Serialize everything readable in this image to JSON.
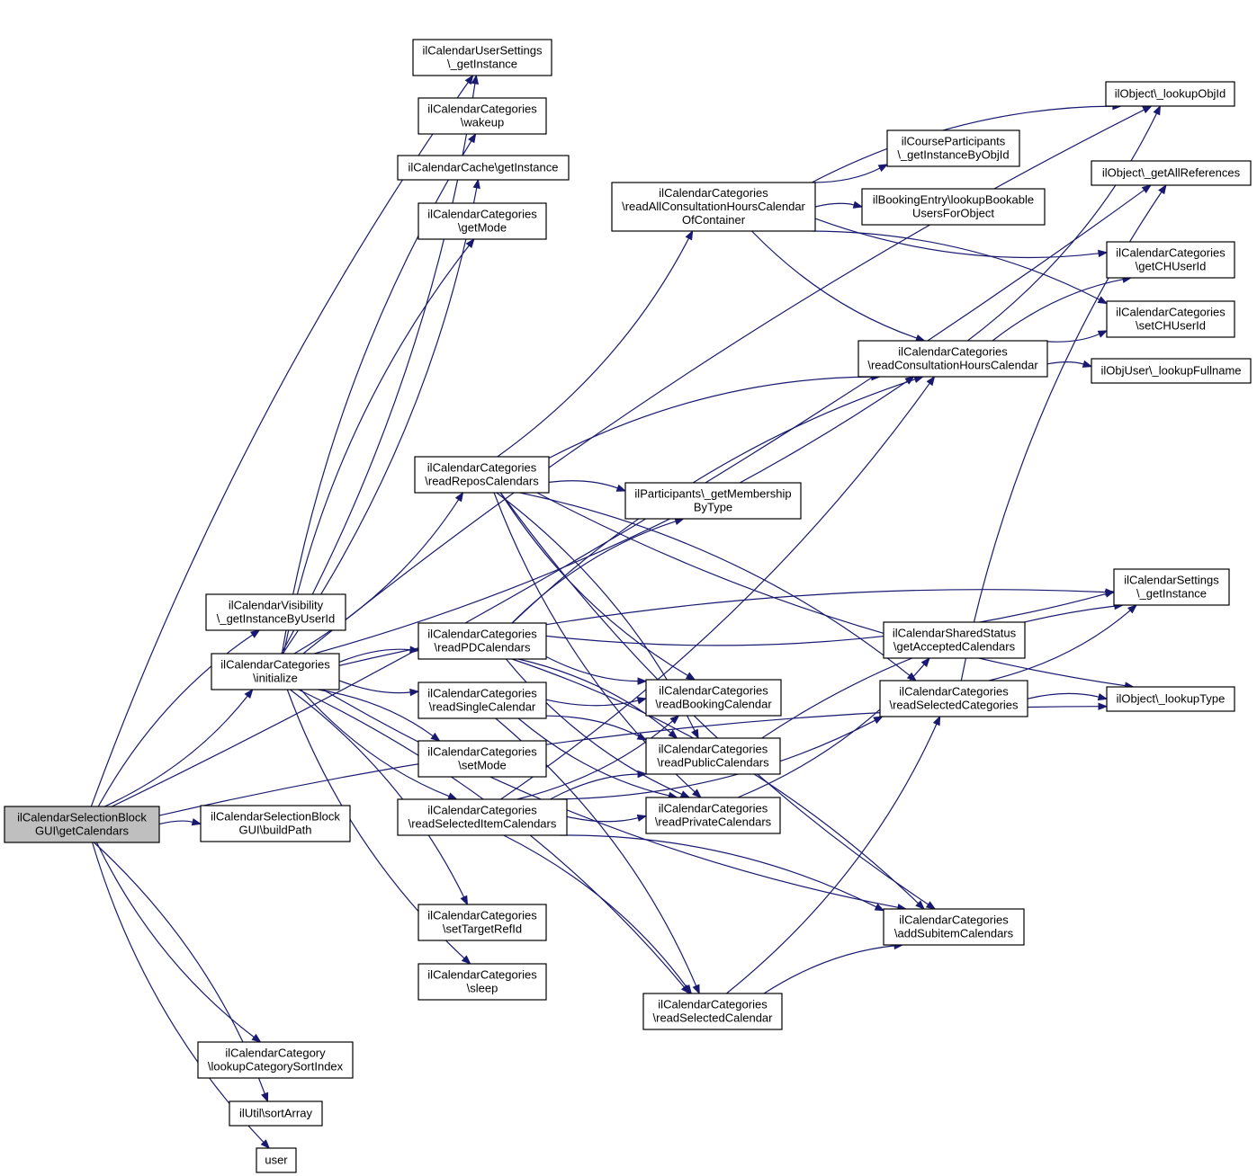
{
  "diagram": {
    "root": "getCalendars",
    "nodes": [
      {
        "id": "getCalendars",
        "lines": [
          "ilCalendarSelectionBlock",
          "GUI\\getCalendars"
        ]
      },
      {
        "id": "userSettings",
        "lines": [
          "ilCalendarUserSettings",
          "\\_getInstance"
        ]
      },
      {
        "id": "wakeup",
        "lines": [
          "ilCalendarCategories",
          "\\wakeup"
        ]
      },
      {
        "id": "cacheGet",
        "lines": [
          "ilCalendarCache\\getInstance"
        ]
      },
      {
        "id": "getMode",
        "lines": [
          "ilCalendarCategories",
          "\\getMode"
        ]
      },
      {
        "id": "visibility",
        "lines": [
          "ilCalendarVisibility",
          "\\_getInstanceByUserId"
        ]
      },
      {
        "id": "initialize",
        "lines": [
          "ilCalendarCategories",
          "\\initialize"
        ]
      },
      {
        "id": "buildPath",
        "lines": [
          "ilCalendarSelectionBlock",
          "GUI\\buildPath"
        ]
      },
      {
        "id": "readRepos",
        "lines": [
          "ilCalendarCategories",
          "\\readReposCalendars"
        ]
      },
      {
        "id": "readPD",
        "lines": [
          "ilCalendarCategories",
          "\\readPDCalendars"
        ]
      },
      {
        "id": "readSingle",
        "lines": [
          "ilCalendarCategories",
          "\\readSingleCalendar"
        ]
      },
      {
        "id": "setMode",
        "lines": [
          "ilCalendarCategories",
          "\\setMode"
        ]
      },
      {
        "id": "readSelItem",
        "lines": [
          "ilCalendarCategories",
          "\\readSelectedItemCalendars"
        ]
      },
      {
        "id": "setTargetRefId",
        "lines": [
          "ilCalendarCategories",
          "\\setTargetRefId"
        ]
      },
      {
        "id": "sleep",
        "lines": [
          "ilCalendarCategories",
          "\\sleep"
        ]
      },
      {
        "id": "catSortIndex",
        "lines": [
          "ilCalendarCategory",
          "\\lookupCategorySortIndex"
        ]
      },
      {
        "id": "sortArray",
        "lines": [
          "ilUtil\\sortArray"
        ]
      },
      {
        "id": "user",
        "lines": [
          "user"
        ]
      },
      {
        "id": "readAllCH",
        "lines": [
          "ilCalendarCategories",
          "\\readAllConsultationHoursCalendar",
          "OfContainer"
        ]
      },
      {
        "id": "membership",
        "lines": [
          "ilParticipants\\_getMembership",
          "ByType"
        ]
      },
      {
        "id": "readBooking",
        "lines": [
          "ilCalendarCategories",
          "\\readBookingCalendar"
        ]
      },
      {
        "id": "readPublic",
        "lines": [
          "ilCalendarCategories",
          "\\readPublicCalendars"
        ]
      },
      {
        "id": "readPrivate",
        "lines": [
          "ilCalendarCategories",
          "\\readPrivateCalendars"
        ]
      },
      {
        "id": "readSelCal",
        "lines": [
          "ilCalendarCategories",
          "\\readSelectedCalendar"
        ]
      },
      {
        "id": "courseParts",
        "lines": [
          "ilCourseParticipants",
          "\\_getInstanceByObjId"
        ]
      },
      {
        "id": "bookingEntry",
        "lines": [
          "ilBookingEntry\\lookupBookable",
          "UsersForObject"
        ]
      },
      {
        "id": "readCH",
        "lines": [
          "ilCalendarCategories",
          "\\readConsultationHoursCalendar"
        ]
      },
      {
        "id": "sharedStatus",
        "lines": [
          "ilCalendarSharedStatus",
          "\\getAcceptedCalendars"
        ]
      },
      {
        "id": "readSelCats",
        "lines": [
          "ilCalendarCategories",
          "\\readSelectedCategories"
        ]
      },
      {
        "id": "addSubitem",
        "lines": [
          "ilCalendarCategories",
          "\\addSubitemCalendars"
        ]
      },
      {
        "id": "lookupObjId",
        "lines": [
          "ilObject\\_lookupObjId"
        ]
      },
      {
        "id": "getAllRefs",
        "lines": [
          "ilObject\\_getAllReferences"
        ]
      },
      {
        "id": "getCHUserId",
        "lines": [
          "ilCalendarCategories",
          "\\getCHUserId"
        ]
      },
      {
        "id": "setCHUserId",
        "lines": [
          "ilCalendarCategories",
          "\\setCHUserId"
        ]
      },
      {
        "id": "lookupFullname",
        "lines": [
          "ilObjUser\\_lookupFullname"
        ]
      },
      {
        "id": "calSettings",
        "lines": [
          "ilCalendarSettings",
          "\\_getInstance"
        ]
      },
      {
        "id": "lookupType",
        "lines": [
          "ilObject\\_lookupType"
        ]
      }
    ],
    "edges": [
      [
        "getCalendars",
        "userSettings"
      ],
      [
        "getCalendars",
        "getAllRefs"
      ],
      [
        "getCalendars",
        "visibility"
      ],
      [
        "getCalendars",
        "initialize"
      ],
      [
        "getCalendars",
        "buildPath"
      ],
      [
        "getCalendars",
        "catSortIndex"
      ],
      [
        "getCalendars",
        "sortArray"
      ],
      [
        "getCalendars",
        "user"
      ],
      [
        "getCalendars",
        "lookupType"
      ],
      [
        "initialize",
        "userSettings"
      ],
      [
        "initialize",
        "wakeup"
      ],
      [
        "initialize",
        "cacheGet"
      ],
      [
        "initialize",
        "getMode"
      ],
      [
        "initialize",
        "readRepos"
      ],
      [
        "initialize",
        "readPD"
      ],
      [
        "initialize",
        "readSingle"
      ],
      [
        "initialize",
        "setMode"
      ],
      [
        "initialize",
        "readSelItem"
      ],
      [
        "initialize",
        "setTargetRefId"
      ],
      [
        "initialize",
        "sleep"
      ],
      [
        "initialize",
        "lookupObjId"
      ],
      [
        "initialize",
        "readCH"
      ],
      [
        "initialize",
        "calSettings"
      ],
      [
        "initialize",
        "addSubitem"
      ],
      [
        "initialize",
        "readSelCal"
      ],
      [
        "readRepos",
        "readAllCH"
      ],
      [
        "readRepos",
        "membership"
      ],
      [
        "readRepos",
        "readBooking"
      ],
      [
        "readRepos",
        "readPublic"
      ],
      [
        "readRepos",
        "readPrivate"
      ],
      [
        "readRepos",
        "readSelCats"
      ],
      [
        "readRepos",
        "addSubitem"
      ],
      [
        "readRepos",
        "readCH"
      ],
      [
        "readRepos",
        "lookupType"
      ],
      [
        "readPD",
        "membership"
      ],
      [
        "readPD",
        "readBooking"
      ],
      [
        "readPD",
        "readPublic"
      ],
      [
        "readPD",
        "readPrivate"
      ],
      [
        "readPD",
        "readCH"
      ],
      [
        "readPD",
        "calSettings"
      ],
      [
        "readPD",
        "addSubitem"
      ],
      [
        "readSingle",
        "readBooking"
      ],
      [
        "readSingle",
        "readPublic"
      ],
      [
        "readSingle",
        "readPrivate"
      ],
      [
        "readSingle",
        "readSelCal"
      ],
      [
        "readSelItem",
        "readBooking"
      ],
      [
        "readSelItem",
        "readPublic"
      ],
      [
        "readSelItem",
        "readPrivate"
      ],
      [
        "readSelItem",
        "readSelCal"
      ],
      [
        "readSelItem",
        "readSelCats"
      ],
      [
        "readSelItem",
        "addSubitem"
      ],
      [
        "readSelItem",
        "readCH"
      ],
      [
        "readAllCH",
        "lookupObjId"
      ],
      [
        "readAllCH",
        "courseParts"
      ],
      [
        "readAllCH",
        "bookingEntry"
      ],
      [
        "readAllCH",
        "getCHUserId"
      ],
      [
        "readAllCH",
        "setCHUserId"
      ],
      [
        "readAllCH",
        "readCH"
      ],
      [
        "readPublic",
        "calSettings"
      ],
      [
        "readPrivate",
        "sharedStatus"
      ],
      [
        "readSelCal",
        "addSubitem"
      ],
      [
        "readSelCal",
        "readSelCats"
      ],
      [
        "readCH",
        "getCHUserId"
      ],
      [
        "readCH",
        "setCHUserId"
      ],
      [
        "readCH",
        "lookupFullname"
      ],
      [
        "readCH",
        "lookupObjId"
      ],
      [
        "readSelCats",
        "lookupType"
      ],
      [
        "readSelCats",
        "calSettings"
      ],
      [
        "readSelCats",
        "getAllRefs"
      ]
    ]
  }
}
